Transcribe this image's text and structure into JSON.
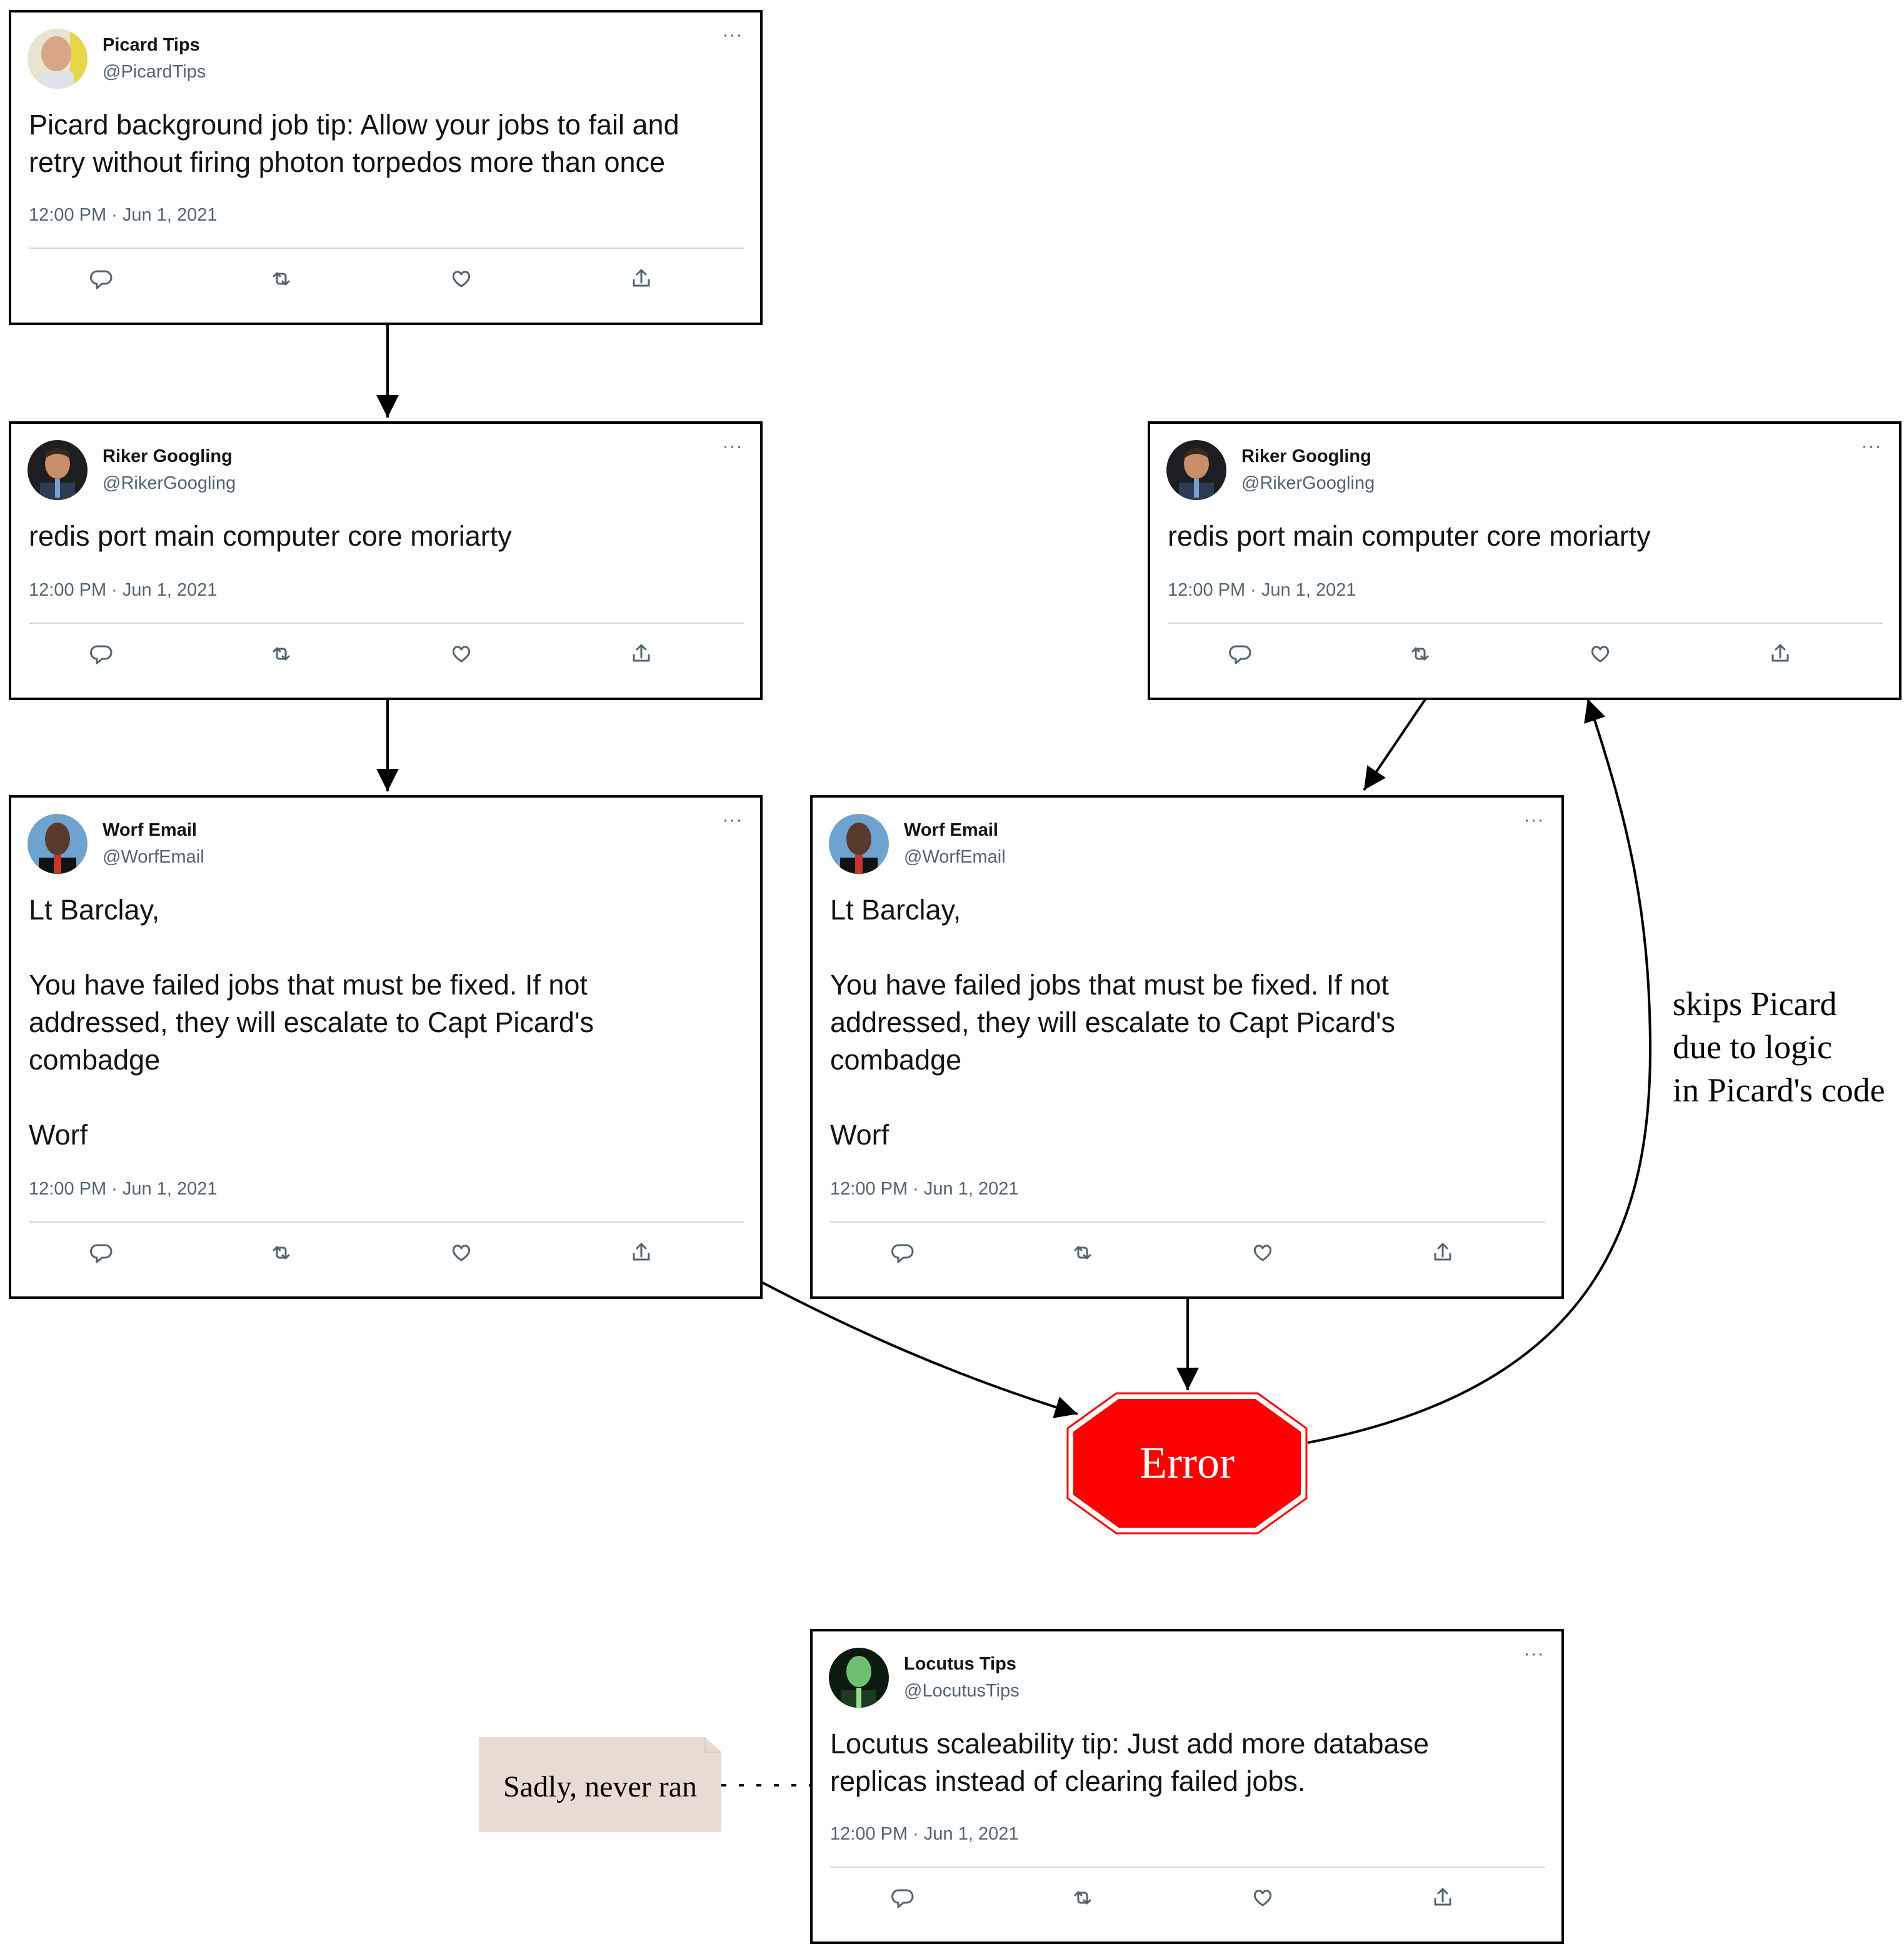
{
  "tweets": {
    "picard": {
      "name": "Picard Tips",
      "handle": "@PicardTips",
      "text": "Picard background job tip: Allow your jobs to fail and\nretry without firing photon torpedos more than once",
      "date": "12:00 PM · Jun 1, 2021"
    },
    "riker_left": {
      "name": "Riker Googling",
      "handle": "@RikerGoogling",
      "text": "redis port main computer core moriarty",
      "date": "12:00 PM · Jun 1, 2021"
    },
    "riker_right": {
      "name": "Riker Googling",
      "handle": "@RikerGoogling",
      "text": "redis port main computer core moriarty",
      "date": "12:00 PM · Jun 1, 2021"
    },
    "worf_left": {
      "name": "Worf Email",
      "handle": "@WorfEmail",
      "text": "Lt Barclay,\n\nYou have failed jobs that must be fixed. If not\naddressed, they will escalate to Capt Picard's\ncombadge\n\nWorf",
      "date": "12:00 PM · Jun 1, 2021"
    },
    "worf_right": {
      "name": "Worf Email",
      "handle": "@WorfEmail",
      "text": "Lt Barclay,\n\nYou have failed jobs that must be fixed. If not\naddressed, they will escalate to Capt Picard's\ncombadge\n\nWorf",
      "date": "12:00 PM · Jun 1, 2021"
    },
    "locutus": {
      "name": "Locutus Tips",
      "handle": "@LocutusTips",
      "text": "Locutus scaleability tip: Just add more database\nreplicas instead of clearing failed jobs.",
      "date": "12:00 PM · Jun 1, 2021"
    }
  },
  "tweet_actions": [
    "reply-icon",
    "retweet-icon",
    "like-icon",
    "share-icon"
  ],
  "more_glyph": "···",
  "error_node": {
    "label": "Error",
    "fill": "#ff0000",
    "stroke": "#ff0000"
  },
  "edge_label": "skips Picard\ndue to logic\nin Picard's code",
  "note": {
    "label": "Sadly, never ran",
    "fill": "#eadbd2"
  },
  "colors": {
    "secondary_text": "#536471",
    "divider": "#cfd9de",
    "border": "#000000"
  }
}
